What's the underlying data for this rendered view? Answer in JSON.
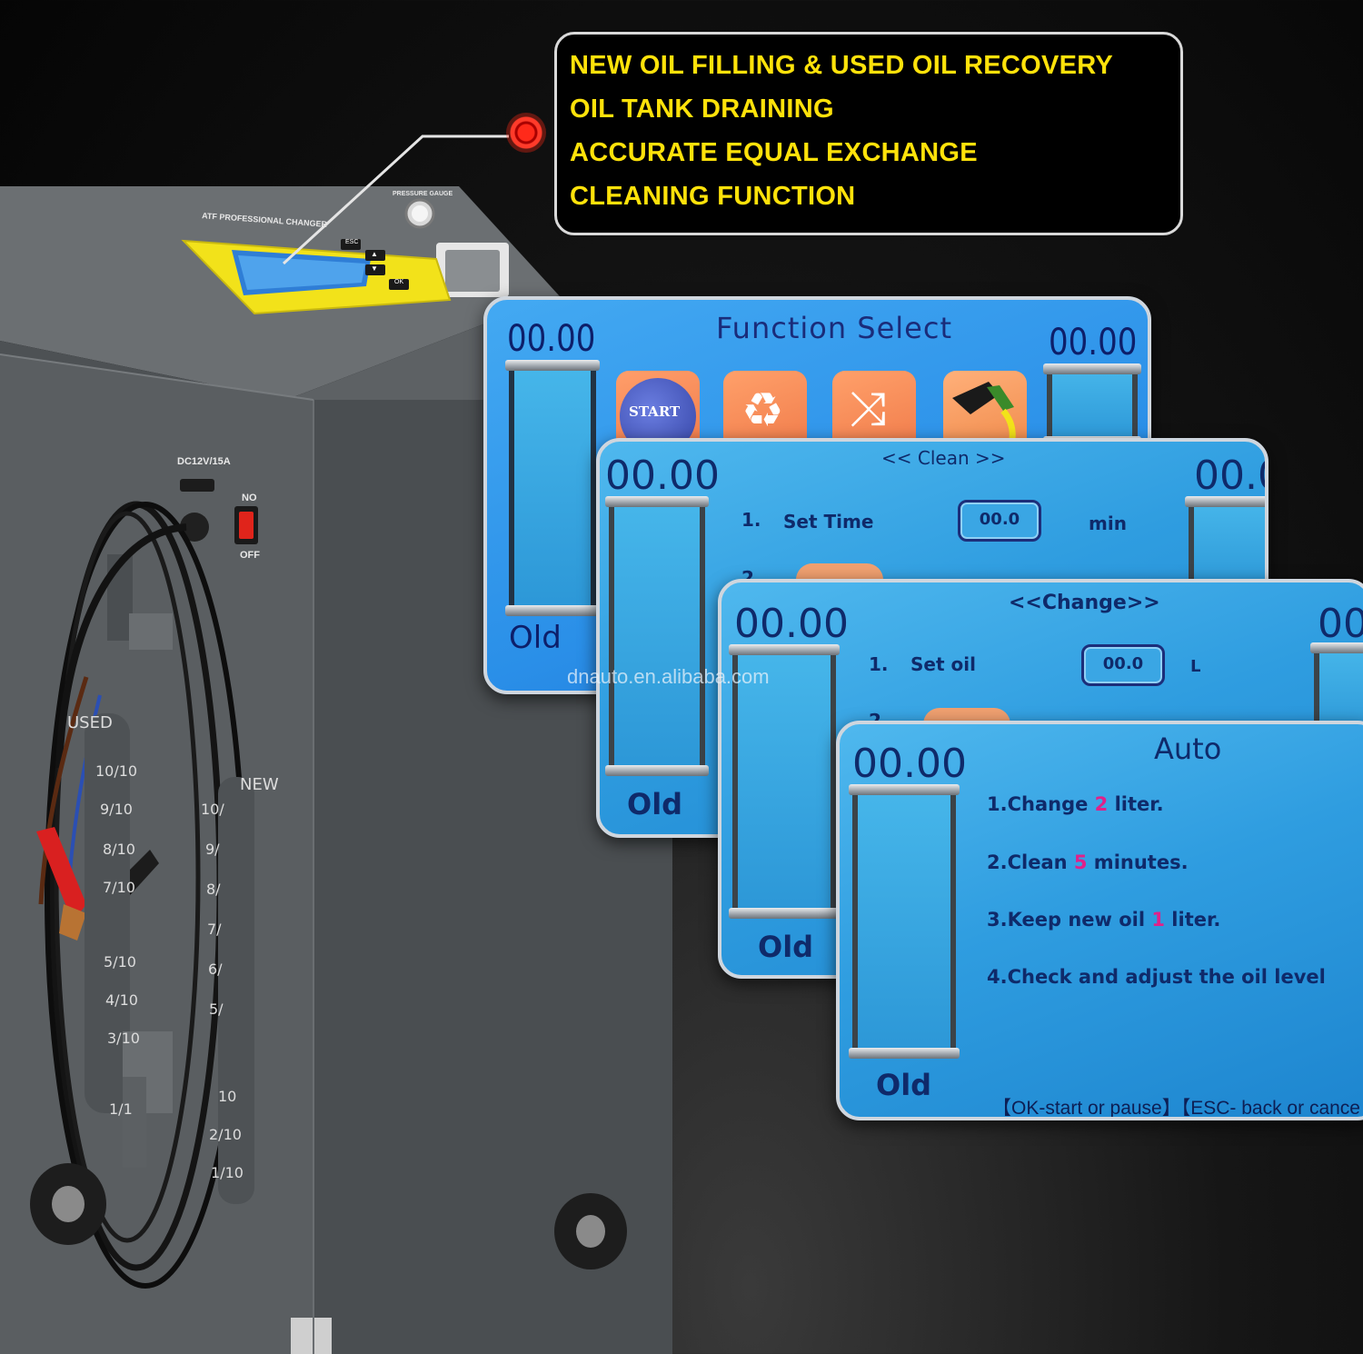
{
  "machine": {
    "panel_brand": "ATF PROFESSIONAL CHANGER",
    "gauge_label": "PRESSURE GAUGE",
    "power_label": "DC12V/15A",
    "switch_on": "NO",
    "switch_off": "OFF",
    "keys": [
      "ESC",
      "▲",
      "▼",
      "OK"
    ],
    "used_label": "USED",
    "new_label": "NEW",
    "used_scale": [
      "10/10",
      "9/10",
      "8/10",
      "7/10",
      "5/10",
      "4/10",
      "3/10",
      "1/1"
    ],
    "new_scale": [
      "10/",
      "9/",
      "8/",
      "7/",
      "6/",
      "5/",
      "10",
      "2/10",
      "1/10"
    ]
  },
  "features": [
    "NEW OIL FILLING & USED OIL RECOVERY",
    "OIL TANK DRAINING",
    "ACCURATE EQUAL EXCHANGE",
    "CLEANING FUNCTION"
  ],
  "function_select": {
    "title": "Function  Select",
    "left_reading": "00.00",
    "right_reading": "00.00",
    "start_label": "START",
    "tank_label": "Old"
  },
  "watermark": "dnauto.en.alibaba.com",
  "clean": {
    "title": "<<   Clean   >>",
    "left_reading": "00.00",
    "right_reading": "00.0",
    "row1_num": "1.",
    "row1_label": "Set Time",
    "row1_value": "00.0",
    "row1_unit": "min",
    "row2_num": "2.",
    "tank_label": "Old"
  },
  "change": {
    "title": "<<Change>>",
    "left_reading": "00.00",
    "right_reading": "00.",
    "row1_num": "1.",
    "row1_label": "Set oil",
    "row1_value": "00.0",
    "row1_unit": "L",
    "row2_num": "2.",
    "tank_label": "Old"
  },
  "auto": {
    "title": "Auto",
    "left_reading": "00.00",
    "tank_label": "Old",
    "step1_pre": "1.Change ",
    "step1_num": "2",
    "step1_post": " liter.",
    "step2_pre": "2.Clean ",
    "step2_num": "5",
    "step2_post": " minutes.",
    "step3_pre": "3.Keep new oil ",
    "step3_num": "1",
    "step3_post": " liter.",
    "step4": "4.Check and adjust the oil level",
    "footer": "【OK-start or pause】【ESC- back or cance"
  },
  "colors": {
    "feature_text": "#ffe20a",
    "screen_blue": "#2f9de0",
    "machine_gray": "#55595c",
    "panel_yellow": "#f2e21a",
    "highlight_pink": "#e0218a"
  }
}
